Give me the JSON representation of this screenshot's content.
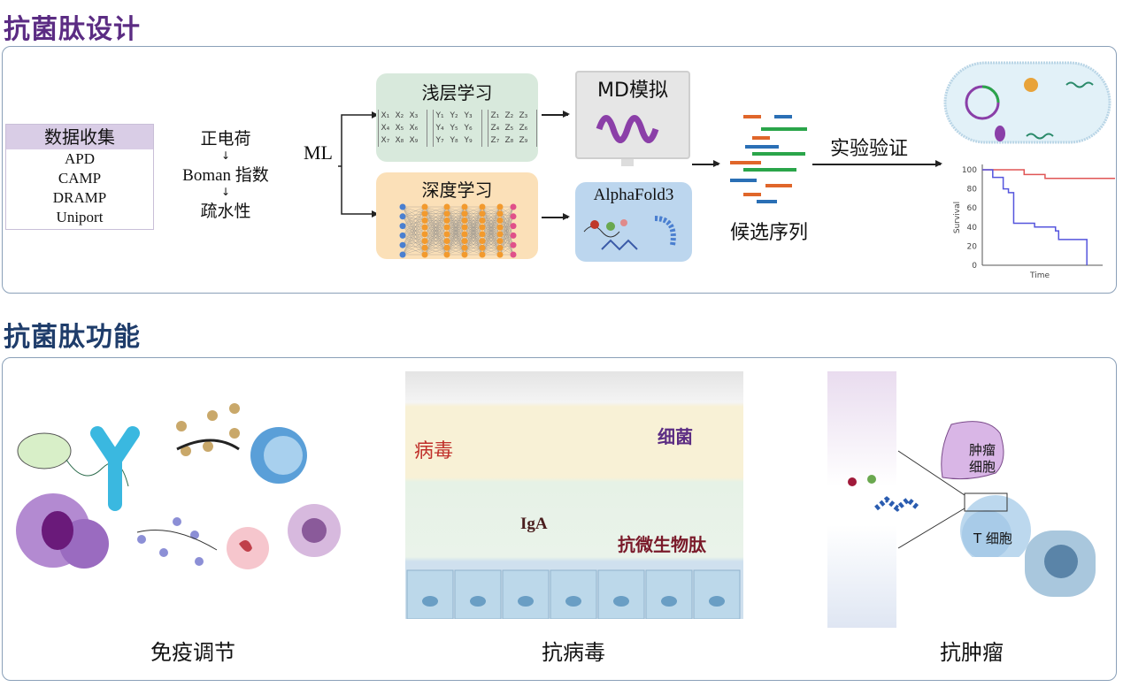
{
  "design": {
    "title": "抗菌肽设计",
    "data_collection": {
      "header": "数据收集",
      "items": [
        "APD",
        "CAMP",
        "DRAMP",
        "Uniport"
      ]
    },
    "features": [
      "正电荷",
      "Boman 指数",
      "疏水性"
    ],
    "ml_label": "ML",
    "shallow": {
      "title": "浅层学习",
      "matrices": [
        [
          "X₁",
          "X₂",
          "X₃",
          "X₄",
          "X₅",
          "X₆",
          "X₇",
          "X₈",
          "X₉"
        ],
        [
          "Y₁",
          "Y₂",
          "Y₃",
          "Y₄",
          "Y₅",
          "Y₆",
          "Y₇",
          "Y₈",
          "Y₉"
        ],
        [
          "Z₁",
          "Z₂",
          "Z₃",
          "Z₄",
          "Z₅",
          "Z₆",
          "Z₇",
          "Z₈",
          "Z₉"
        ]
      ]
    },
    "deep": {
      "title": "深度学习"
    },
    "md": "MD模拟",
    "alphafold": "AlphaFold3",
    "candidates": "候选序列",
    "validation": "实验验证",
    "colors": {
      "title": "#5b2c83",
      "shallow_bg": "#d8e9dc",
      "deep_bg": "#fbe0b8",
      "af_bg": "#bcd6ee"
    }
  },
  "chart_data": {
    "type": "line",
    "xlabel": "Time",
    "ylabel": "Survival",
    "ylim": [
      0,
      100
    ],
    "yticks": [
      "0",
      "20",
      "40",
      "60",
      "80",
      "100"
    ],
    "series": [
      {
        "name": "red",
        "color": "#e05555",
        "x": [
          0,
          4,
          4,
          6,
          6,
          13
        ],
        "y": [
          100,
          100,
          95,
          95,
          91,
          91
        ]
      },
      {
        "name": "blue",
        "color": "#5555dd",
        "x": [
          0,
          1,
          1,
          2,
          2,
          2.5,
          2.5,
          3,
          3,
          5,
          5,
          7,
          7,
          7.3,
          7.3,
          10,
          10
        ],
        "y": [
          100,
          100,
          92,
          92,
          80,
          80,
          76,
          76,
          44,
          44,
          40,
          40,
          36,
          36,
          27,
          27,
          0
        ]
      }
    ],
    "xlim": [
      0,
      11
    ]
  },
  "function": {
    "title": "抗菌肽功能",
    "immune": "免疫调节",
    "antiviral": {
      "label": "抗病毒",
      "virus": "病毒",
      "bacteria": "细菌",
      "iga": "IgA",
      "amp": "抗微生物肽"
    },
    "antitumor": {
      "label": "抗肿瘤",
      "tumor": "肿瘤细胞",
      "tcell": "T 细胞"
    }
  }
}
